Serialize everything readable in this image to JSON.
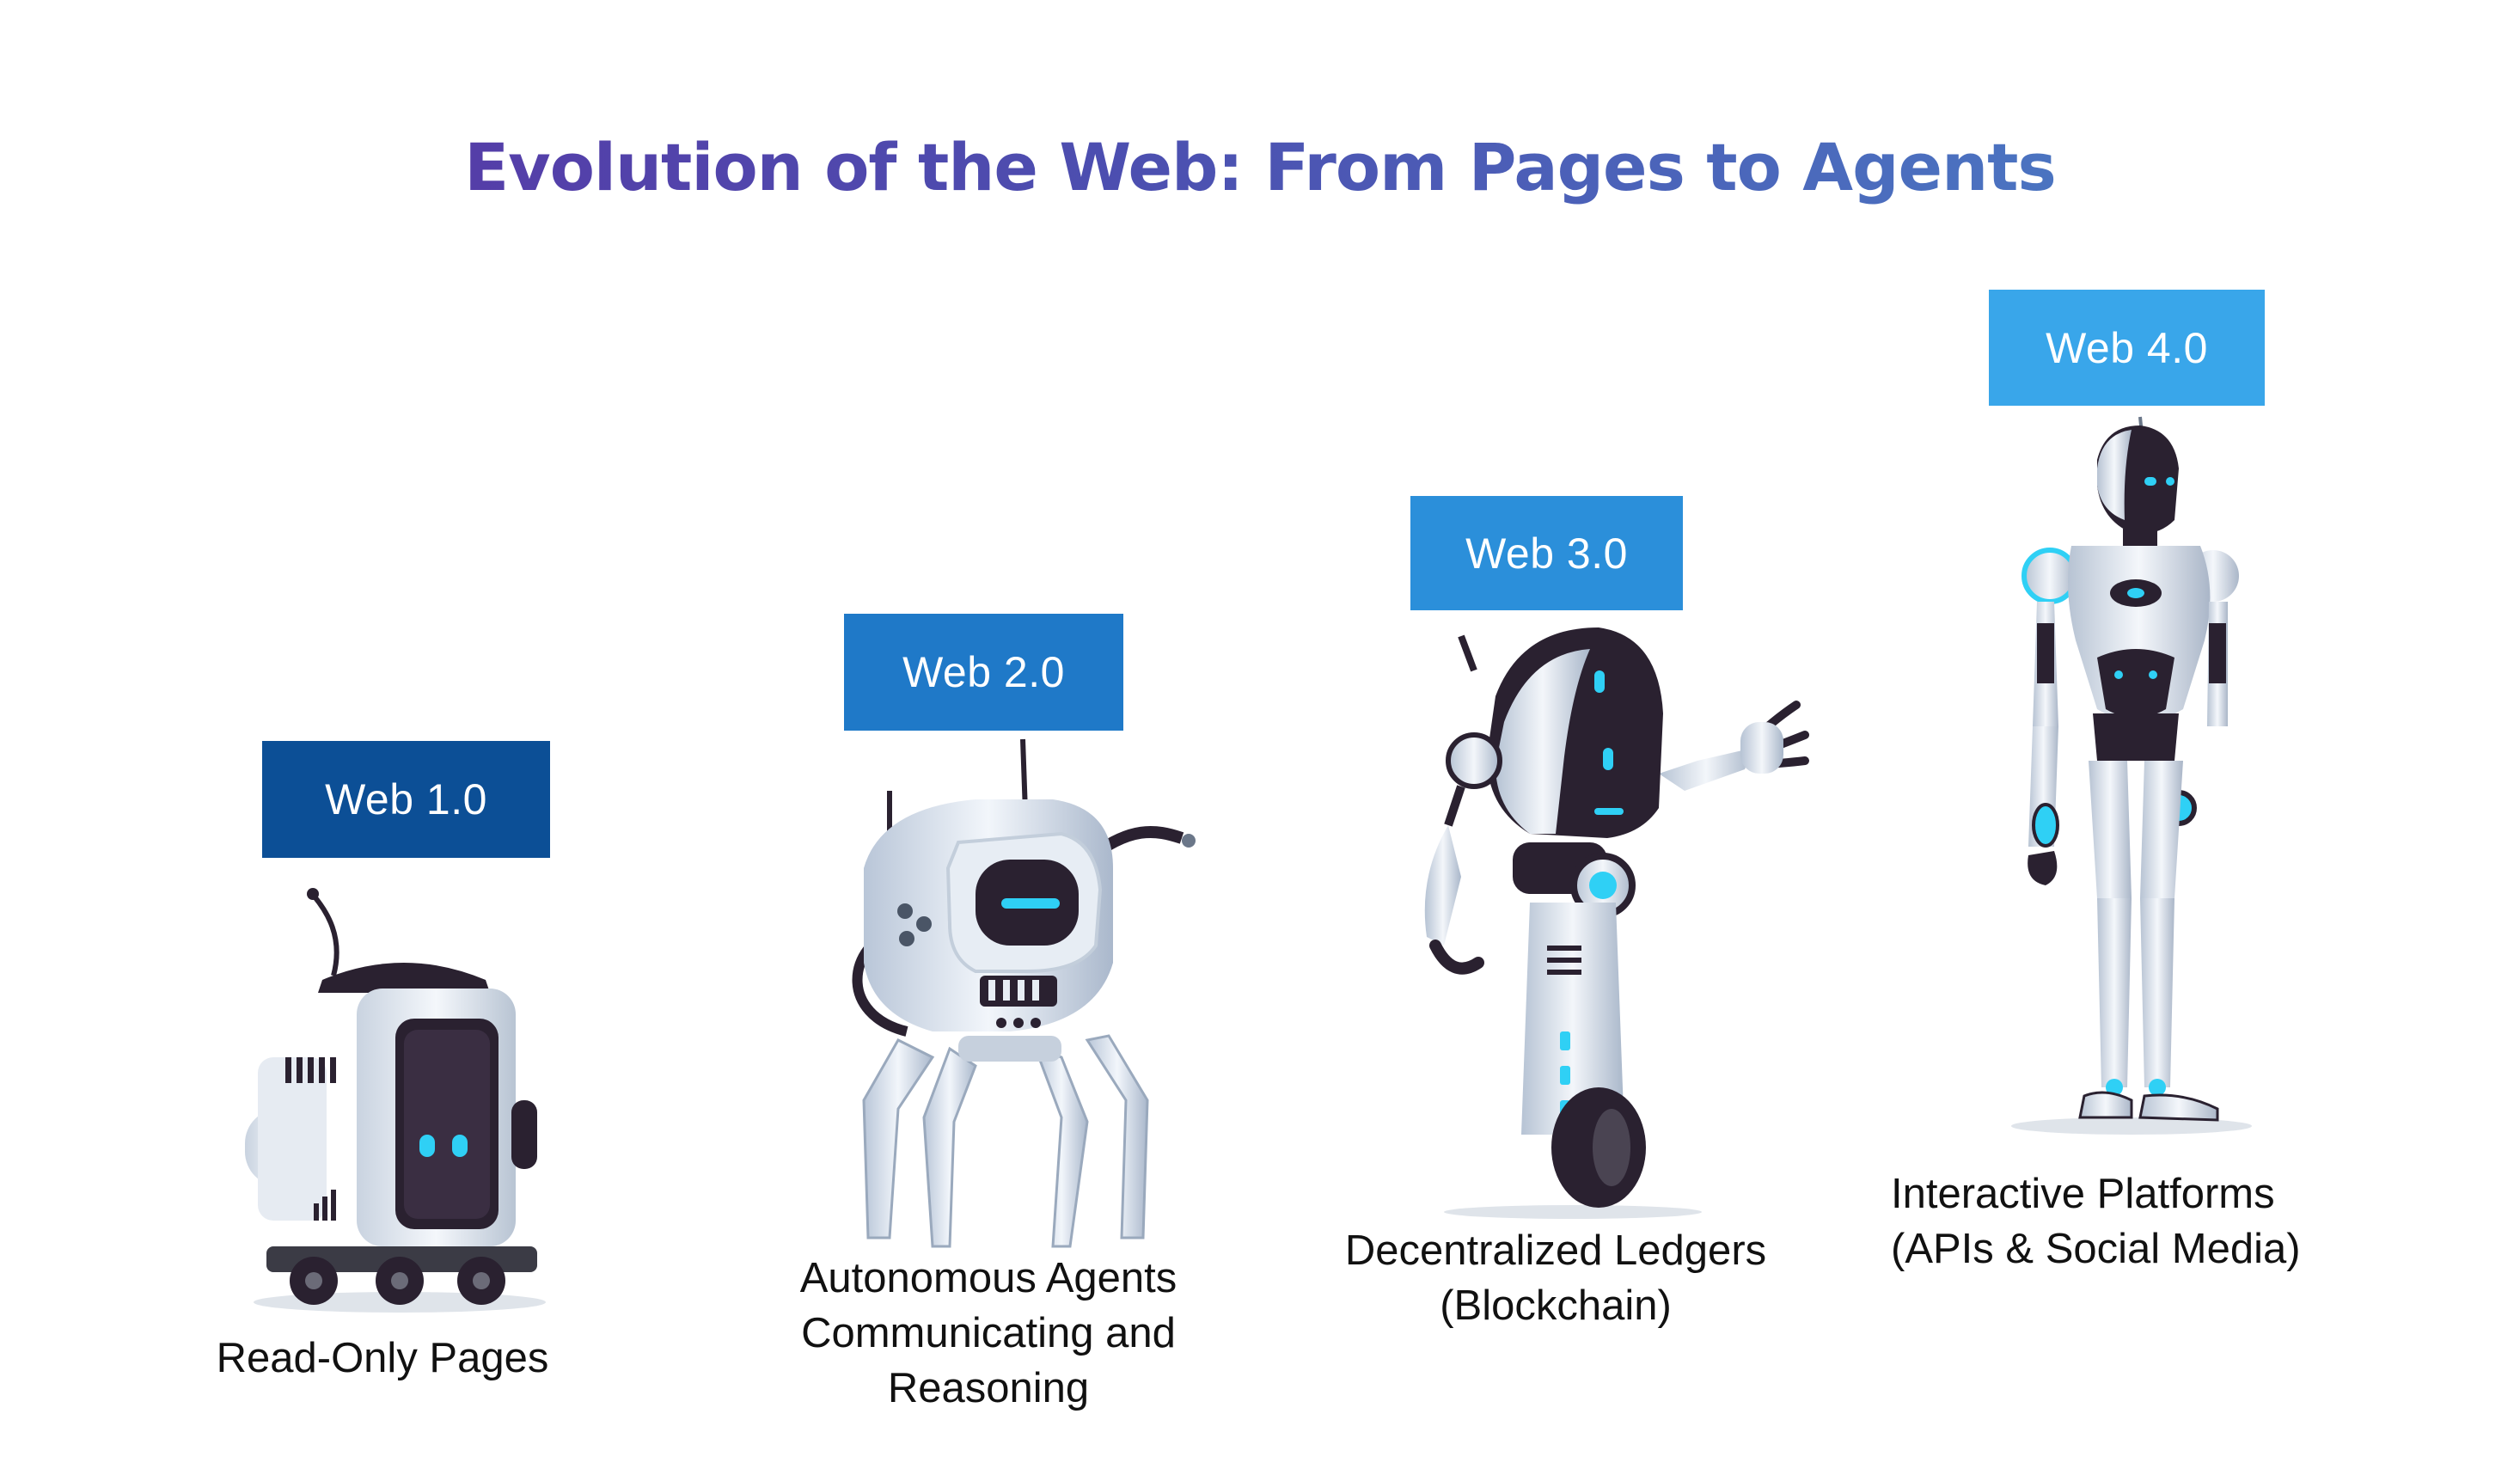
{
  "title": "Evolution of the Web: From Pages to Agents",
  "stages": [
    {
      "badge": "Web 1.0",
      "badge_color": "#0c4f96",
      "caption_lines": [
        "Read-Only Pages"
      ]
    },
    {
      "badge": "Web 2.0",
      "badge_color": "#1f79c8",
      "caption_lines": [
        "Autonomous Agents",
        "Communicating and",
        "Reasoning"
      ]
    },
    {
      "badge": "Web 3.0",
      "badge_color": "#2b8fda",
      "caption_lines": [
        "Decentralized Ledgers",
        "(Blockchain)"
      ]
    },
    {
      "badge": "Web 4.0",
      "badge_color": "#39a6ea",
      "caption_lines": [
        "Interactive Platforms",
        "(APIs & Social Media)"
      ]
    }
  ],
  "icons": [
    "boxy-robot-icon",
    "spider-robot-icon",
    "wheel-robot-icon",
    "humanoid-robot-icon"
  ],
  "colors": {
    "title_gradient_start": "#5a32a3",
    "title_gradient_end": "#4a86c9",
    "robot_glow": "#2fd0f5",
    "robot_dark": "#2a2130",
    "robot_light": "#e9eef5"
  }
}
